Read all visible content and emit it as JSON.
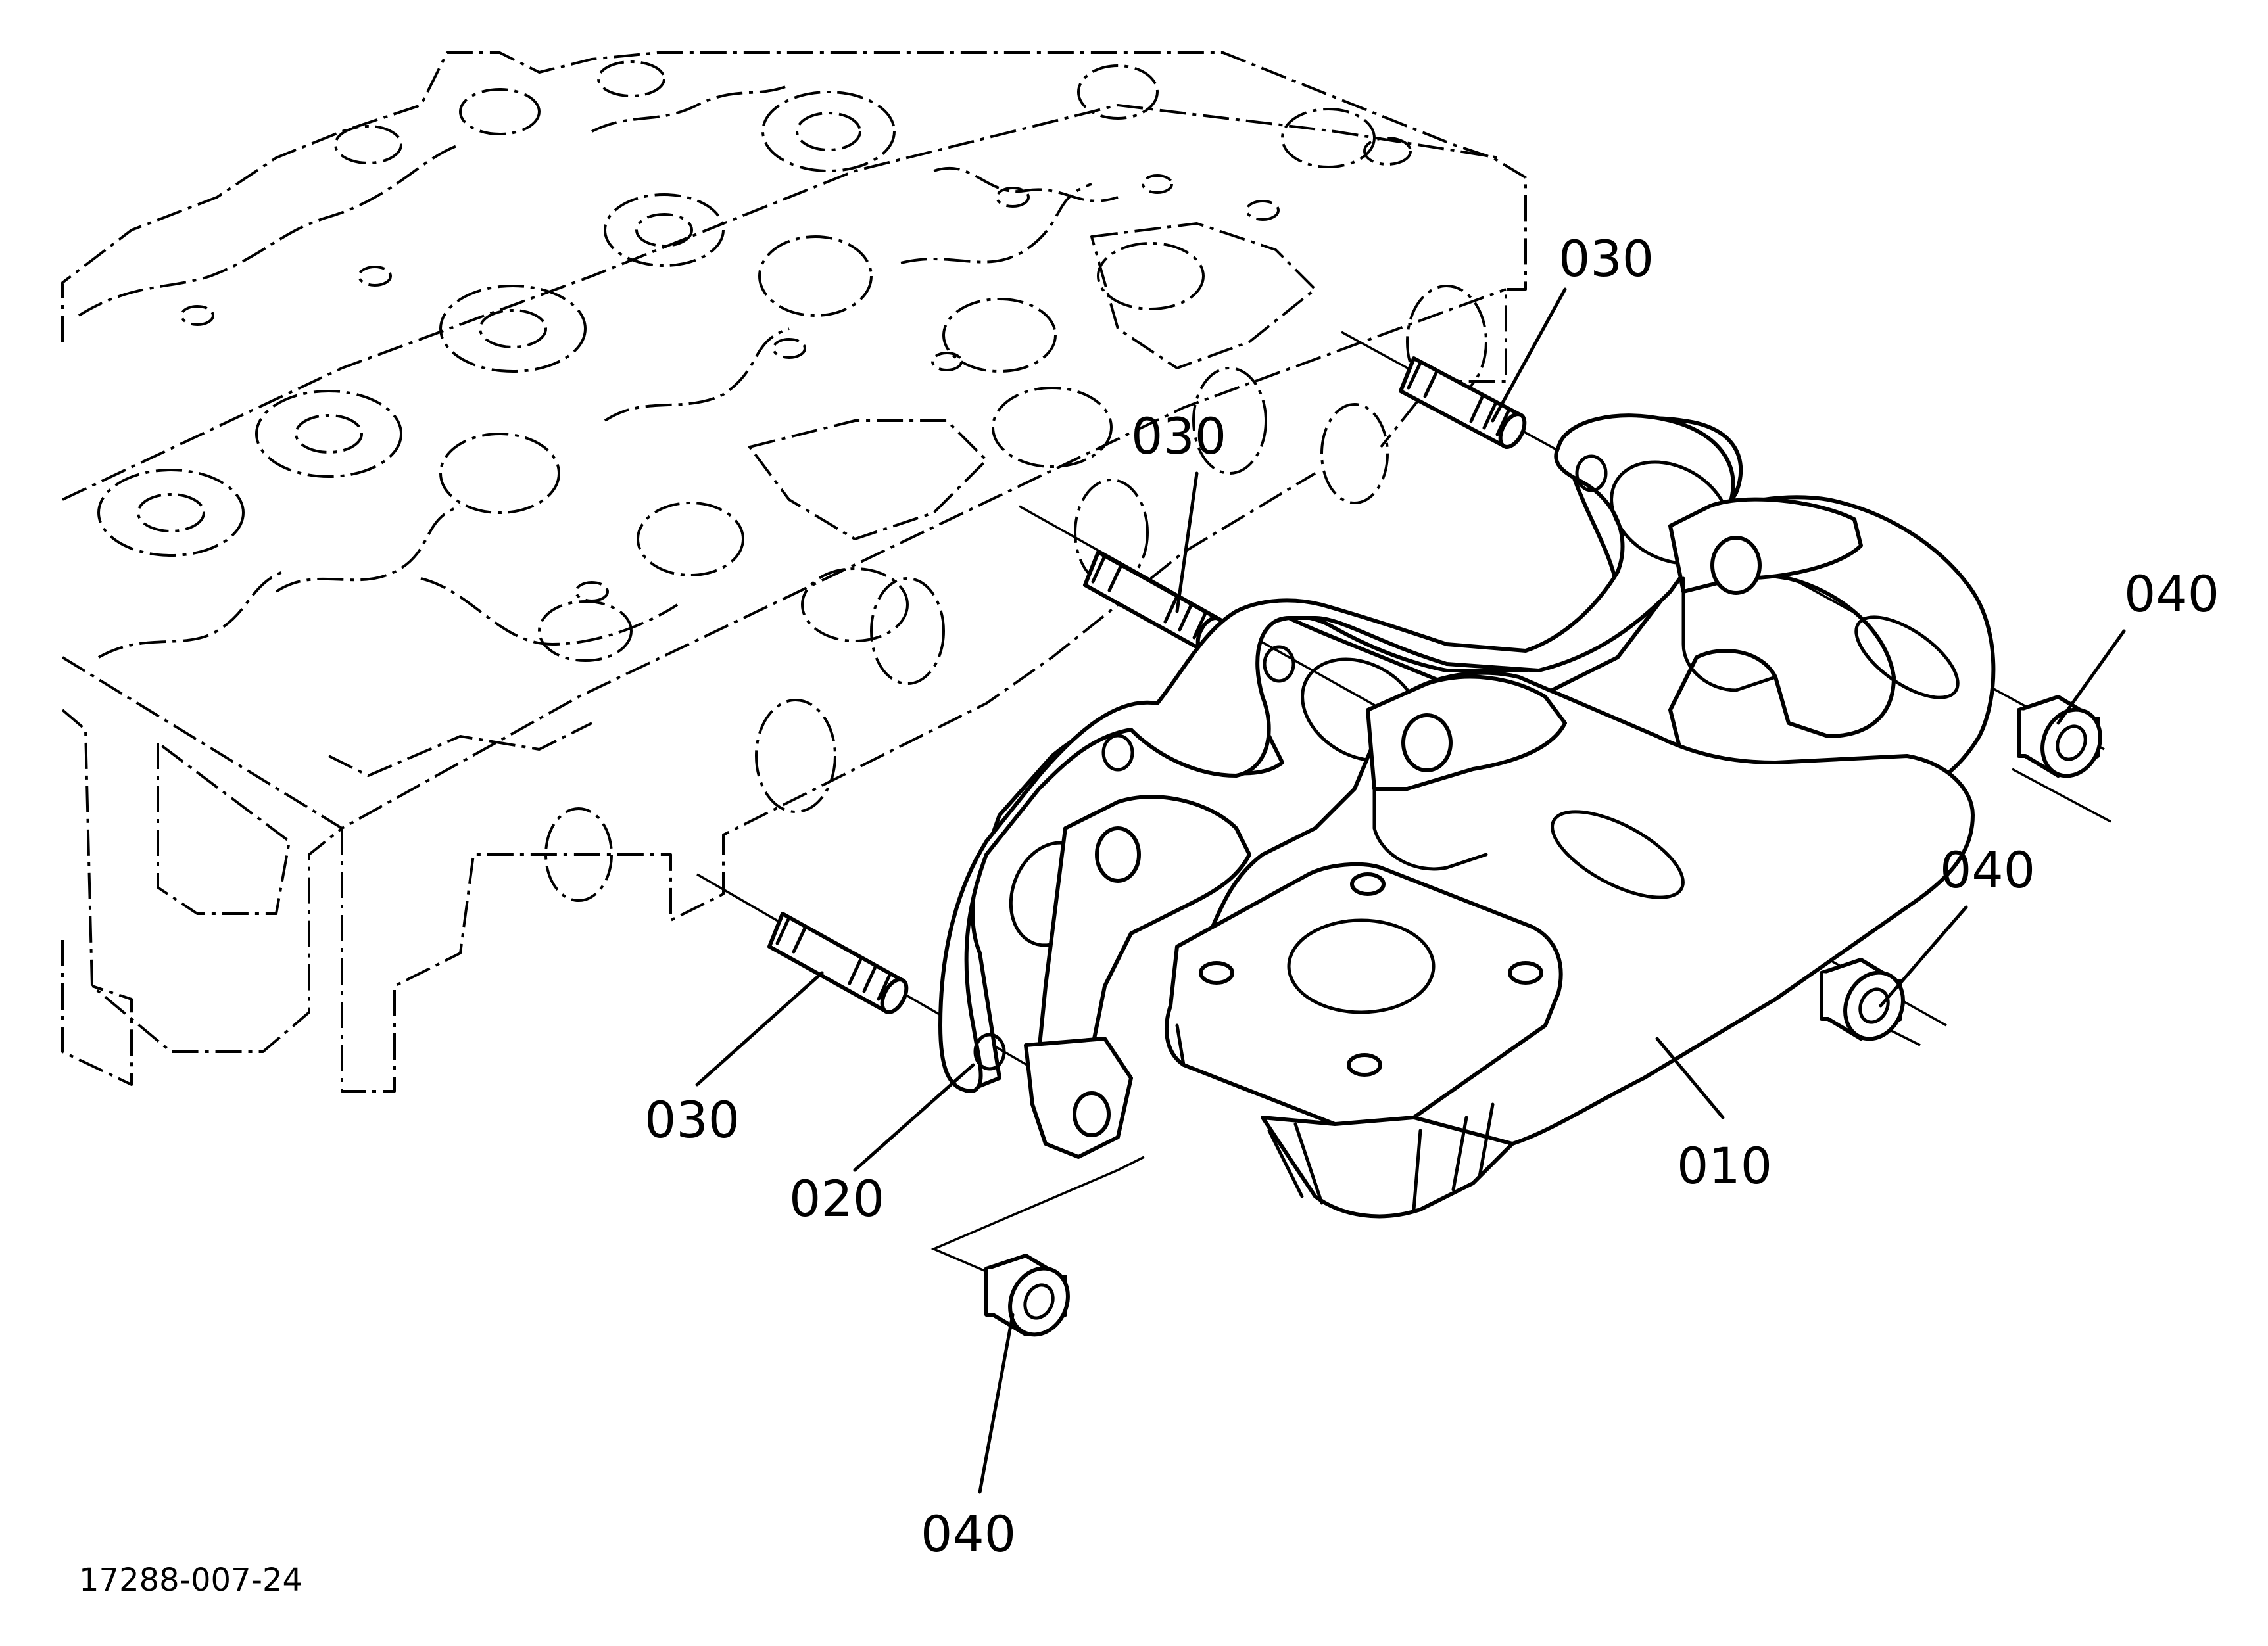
{
  "diagram": {
    "code": "17288-007-24",
    "callouts": [
      {
        "id": "label-030-top",
        "text": "030"
      },
      {
        "id": "label-030-mid",
        "text": "030"
      },
      {
        "id": "label-030-low",
        "text": "030"
      },
      {
        "id": "label-020",
        "text": "020"
      },
      {
        "id": "label-010",
        "text": "010"
      },
      {
        "id": "label-040-right",
        "text": "040"
      },
      {
        "id": "label-040-midright",
        "text": "040"
      },
      {
        "id": "label-040-bottom",
        "text": "040"
      }
    ]
  },
  "parts": [
    {
      "ref": "010",
      "shape": "exhaust-manifold"
    },
    {
      "ref": "020",
      "shape": "gasket"
    },
    {
      "ref": "030",
      "shape": "stud"
    },
    {
      "ref": "040",
      "shape": "nut"
    }
  ],
  "colors": {
    "ink": "#000000",
    "paper": "#ffffff"
  }
}
